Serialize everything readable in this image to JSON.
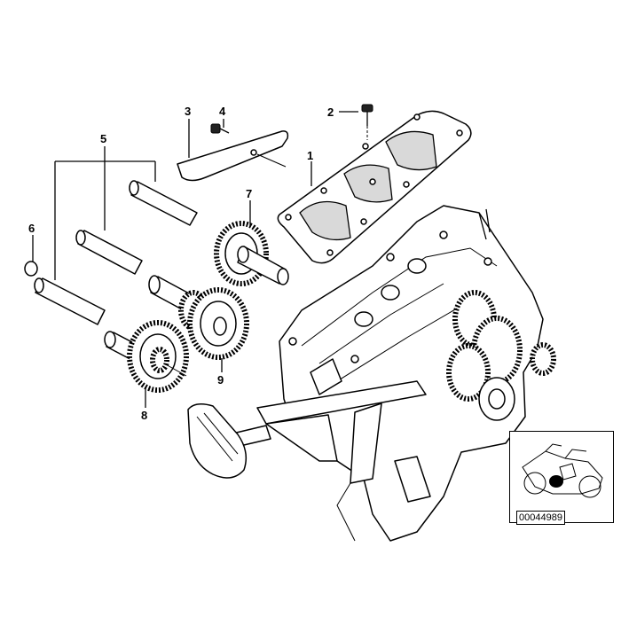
{
  "diagram": {
    "callouts": [
      {
        "id": "1",
        "text": "1"
      },
      {
        "id": "2",
        "text": "2"
      },
      {
        "id": "3",
        "text": "3"
      },
      {
        "id": "4",
        "text": "4"
      },
      {
        "id": "5",
        "text": "5"
      },
      {
        "id": "6",
        "text": "6"
      },
      {
        "id": "7",
        "text": "7"
      },
      {
        "id": "8",
        "text": "8"
      },
      {
        "id": "9",
        "text": "9"
      }
    ],
    "reference_code": "00044989",
    "icons": [
      "motorcycle-locator-icon"
    ],
    "colors": {
      "line": "#000000",
      "background": "#ffffff",
      "shade": "#d9d9d9"
    }
  }
}
